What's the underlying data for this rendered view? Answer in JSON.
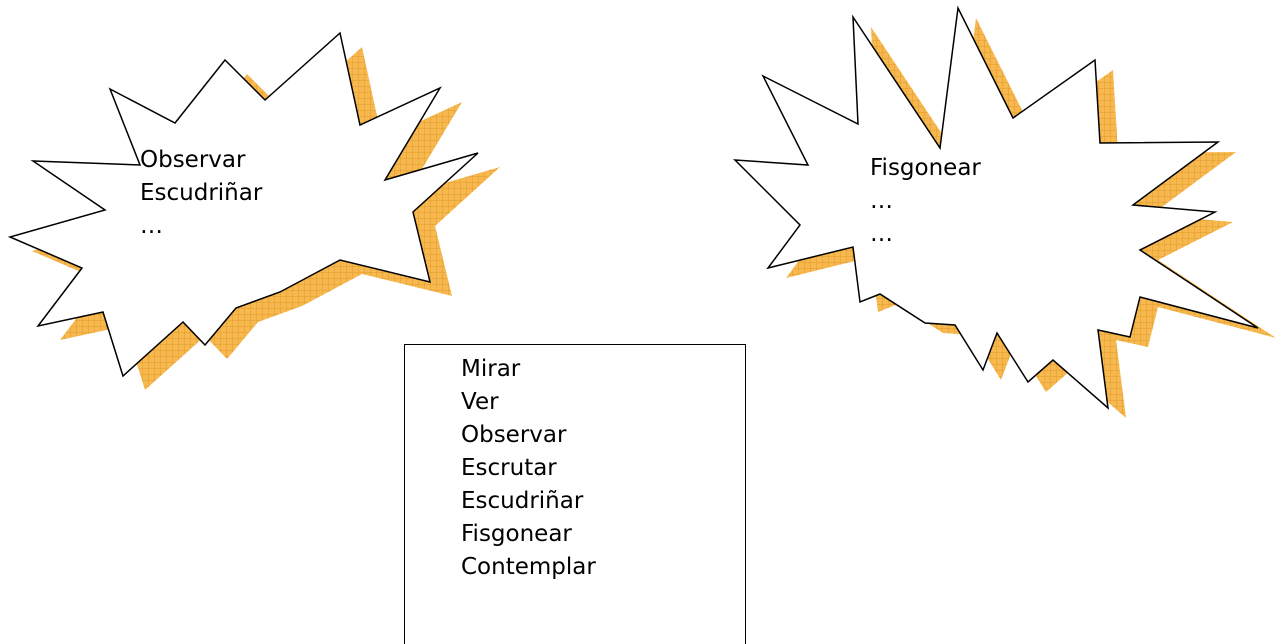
{
  "colors": {
    "shadow": "#f7b84f",
    "shadow_hatch": "#e09a2a",
    "outline": "#000000",
    "fill": "#ffffff"
  },
  "bursts": {
    "left": {
      "lines": [
        "Observar",
        "Escudriñar",
        "…"
      ]
    },
    "right": {
      "lines": [
        "Fisgonear",
        "…",
        "…"
      ]
    }
  },
  "box": {
    "items": [
      "Mirar",
      "Ver",
      "Observar",
      "Escrutar",
      "Escudriñar",
      "Fisgonear",
      "Contemplar"
    ]
  }
}
